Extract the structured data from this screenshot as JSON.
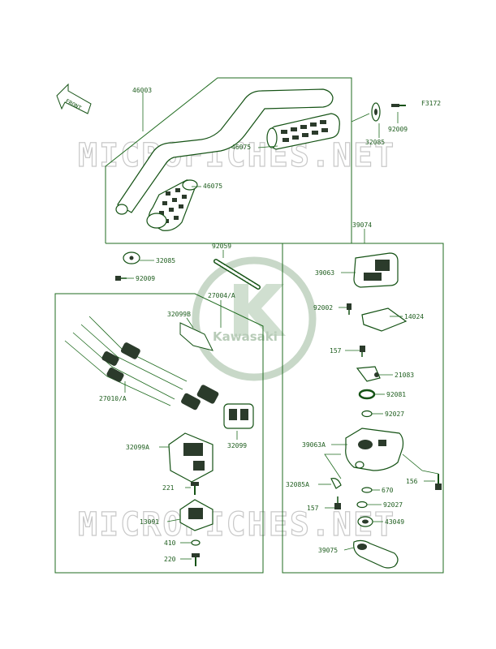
{
  "figure_code": "F3172",
  "front_label": "FRONT",
  "watermark_text": "MICROFICHES.NET",
  "logo_text": "Kawasaki",
  "colors": {
    "line": "#1f6b1f",
    "label": "#1f5e1f",
    "watermark": "#c8c8c8"
  },
  "labels": {
    "l46003": "46003",
    "l46075a": "46075",
    "l32085a": "32085",
    "l92009a": "92009",
    "l46075b": "46075",
    "l32085b": "32085",
    "l92009b": "92009",
    "l92059": "92059",
    "l27004": "27004/A",
    "l32099b": "32099B",
    "l27010": "27010/A",
    "l32099a": "32099A",
    "l32099": "32099",
    "l221": "221",
    "l13091": "13091",
    "l410": "410",
    "l220": "220",
    "l39074": "39074",
    "l39063": "39063",
    "l92002": "92002",
    "l14024": "14024",
    "l157a": "157",
    "l21083": "21083",
    "l92081": "92081",
    "l92027a": "92027",
    "l39063a": "39063A",
    "l156": "156",
    "l32085c": "32085A",
    "l670": "670",
    "l157b": "157",
    "l92027b": "92027",
    "l43049": "43049",
    "l39075": "39075"
  }
}
